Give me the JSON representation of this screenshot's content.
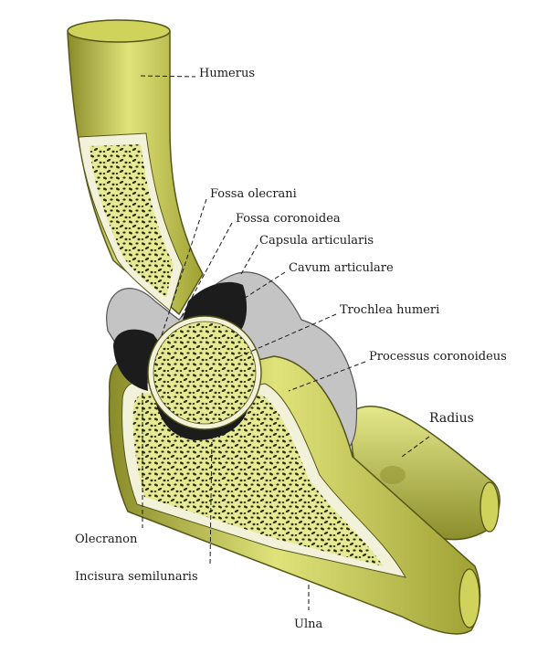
{
  "labels": {
    "humerus": "Humerus",
    "fossa_olecrani": "Fossa olecrani",
    "fossa_coronoidea": "Fossa coronoidea",
    "capsula_articularis": "Capsula articularis",
    "cavum_articulare": "Cavum articulare",
    "trochlea_humeri": "Trochlea humeri",
    "processus_coronoideus": "Processus coronoideus",
    "radius": "Radius",
    "olecranon": "Olecranon",
    "incisura_semilunaris": "Incisura semilunaris",
    "ulna": "Ulna"
  },
  "colors": {
    "bone": "#d8dc6a",
    "bone_light": "#eef0a8",
    "bone_dark": "#7c7e24",
    "cortex": "#f2f2da",
    "cavity": "#1c1c1c",
    "capsule": "#b8b8b8",
    "sponge_ink": "#2e3110"
  }
}
